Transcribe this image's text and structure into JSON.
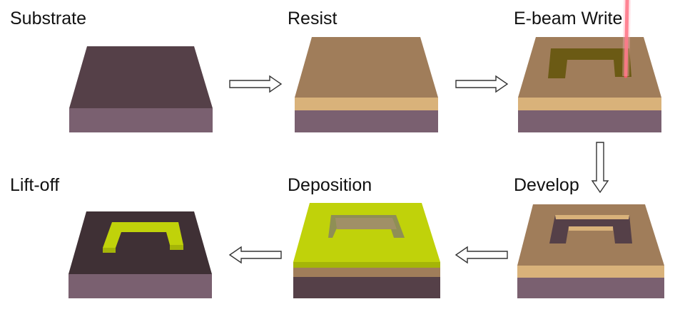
{
  "steps": {
    "substrate": "Substrate",
    "resist": "Resist",
    "ebeam_write": "E-beam Write",
    "develop": "Develop",
    "deposition": "Deposition",
    "liftoff": "Lift-off"
  },
  "colors": {
    "substrate_top": "#554048",
    "substrate_side": "#7a6070",
    "resist_top": "#a07d5a",
    "resist_band": "#d9b27a",
    "exposed_pattern": "#6b5a14",
    "metal": "#c0d20a",
    "metal_side": "#a5b508",
    "beam": "#ff5a6e",
    "arrow_stroke": "#333333"
  }
}
